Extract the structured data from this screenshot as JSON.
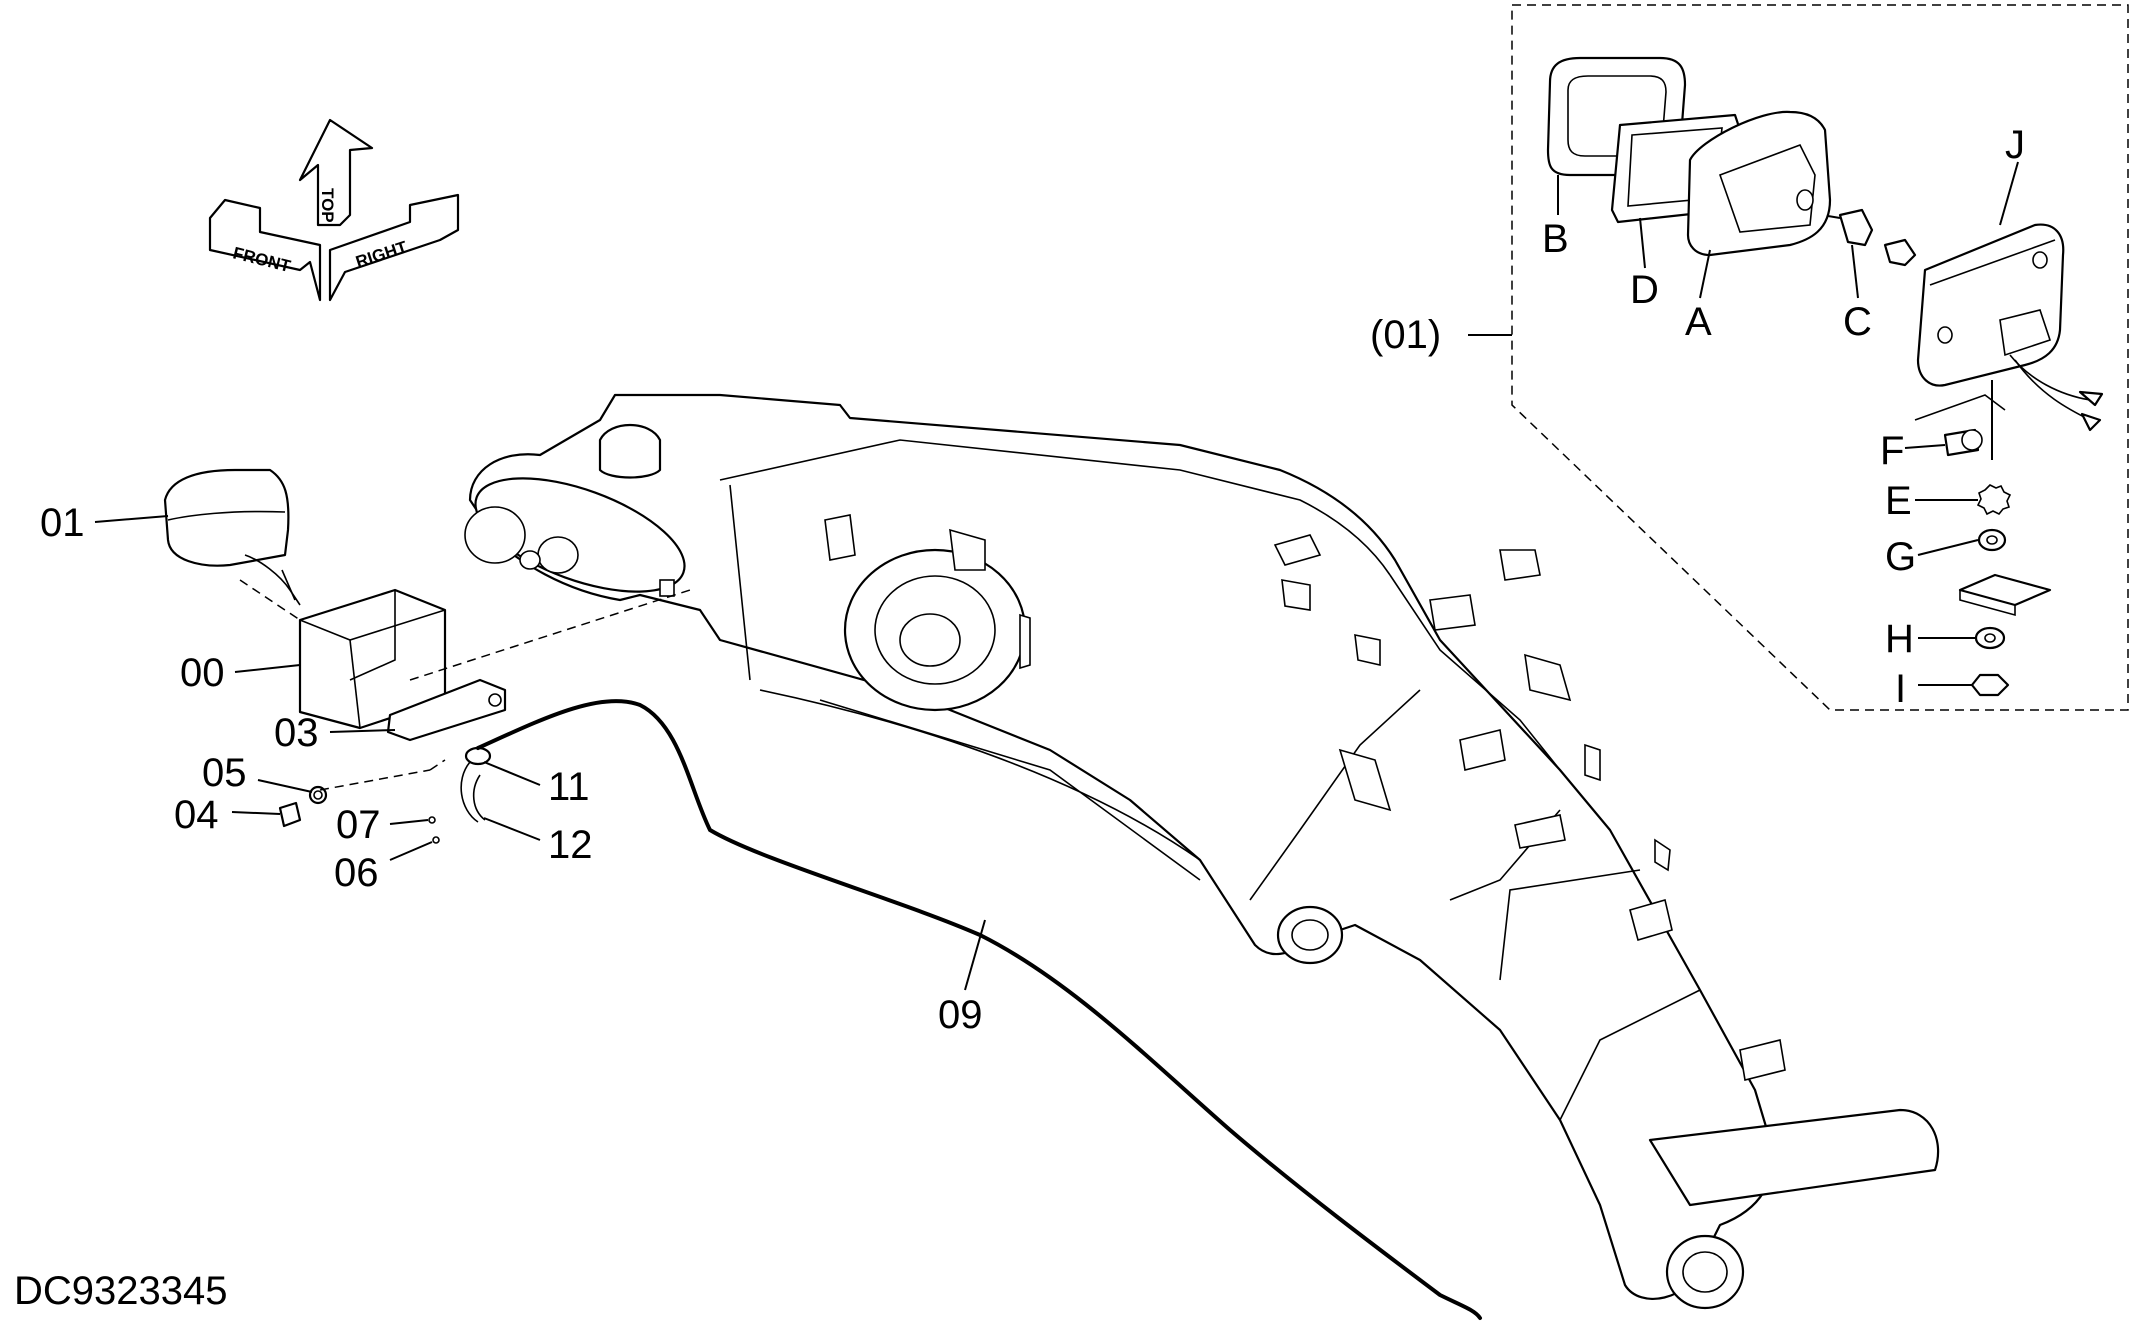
{
  "drawing": {
    "document_code": "DC9323345"
  },
  "orientation_indicator": {
    "front": "FRONT",
    "top": "TOP",
    "right": "RIGHT"
  },
  "part_labels": {
    "p01": "01",
    "p00": "00",
    "p03": "03",
    "p05": "05",
    "p04": "04",
    "p07": "07",
    "p06": "06",
    "p11": "11",
    "p12": "12",
    "p09": "09"
  },
  "detail_inset": {
    "ref": "(01)",
    "labels": {
      "a": "A",
      "b": "B",
      "c": "C",
      "d": "D",
      "e": "E",
      "f": "F",
      "g": "G",
      "h": "H",
      "i": "I",
      "j": "J"
    }
  }
}
